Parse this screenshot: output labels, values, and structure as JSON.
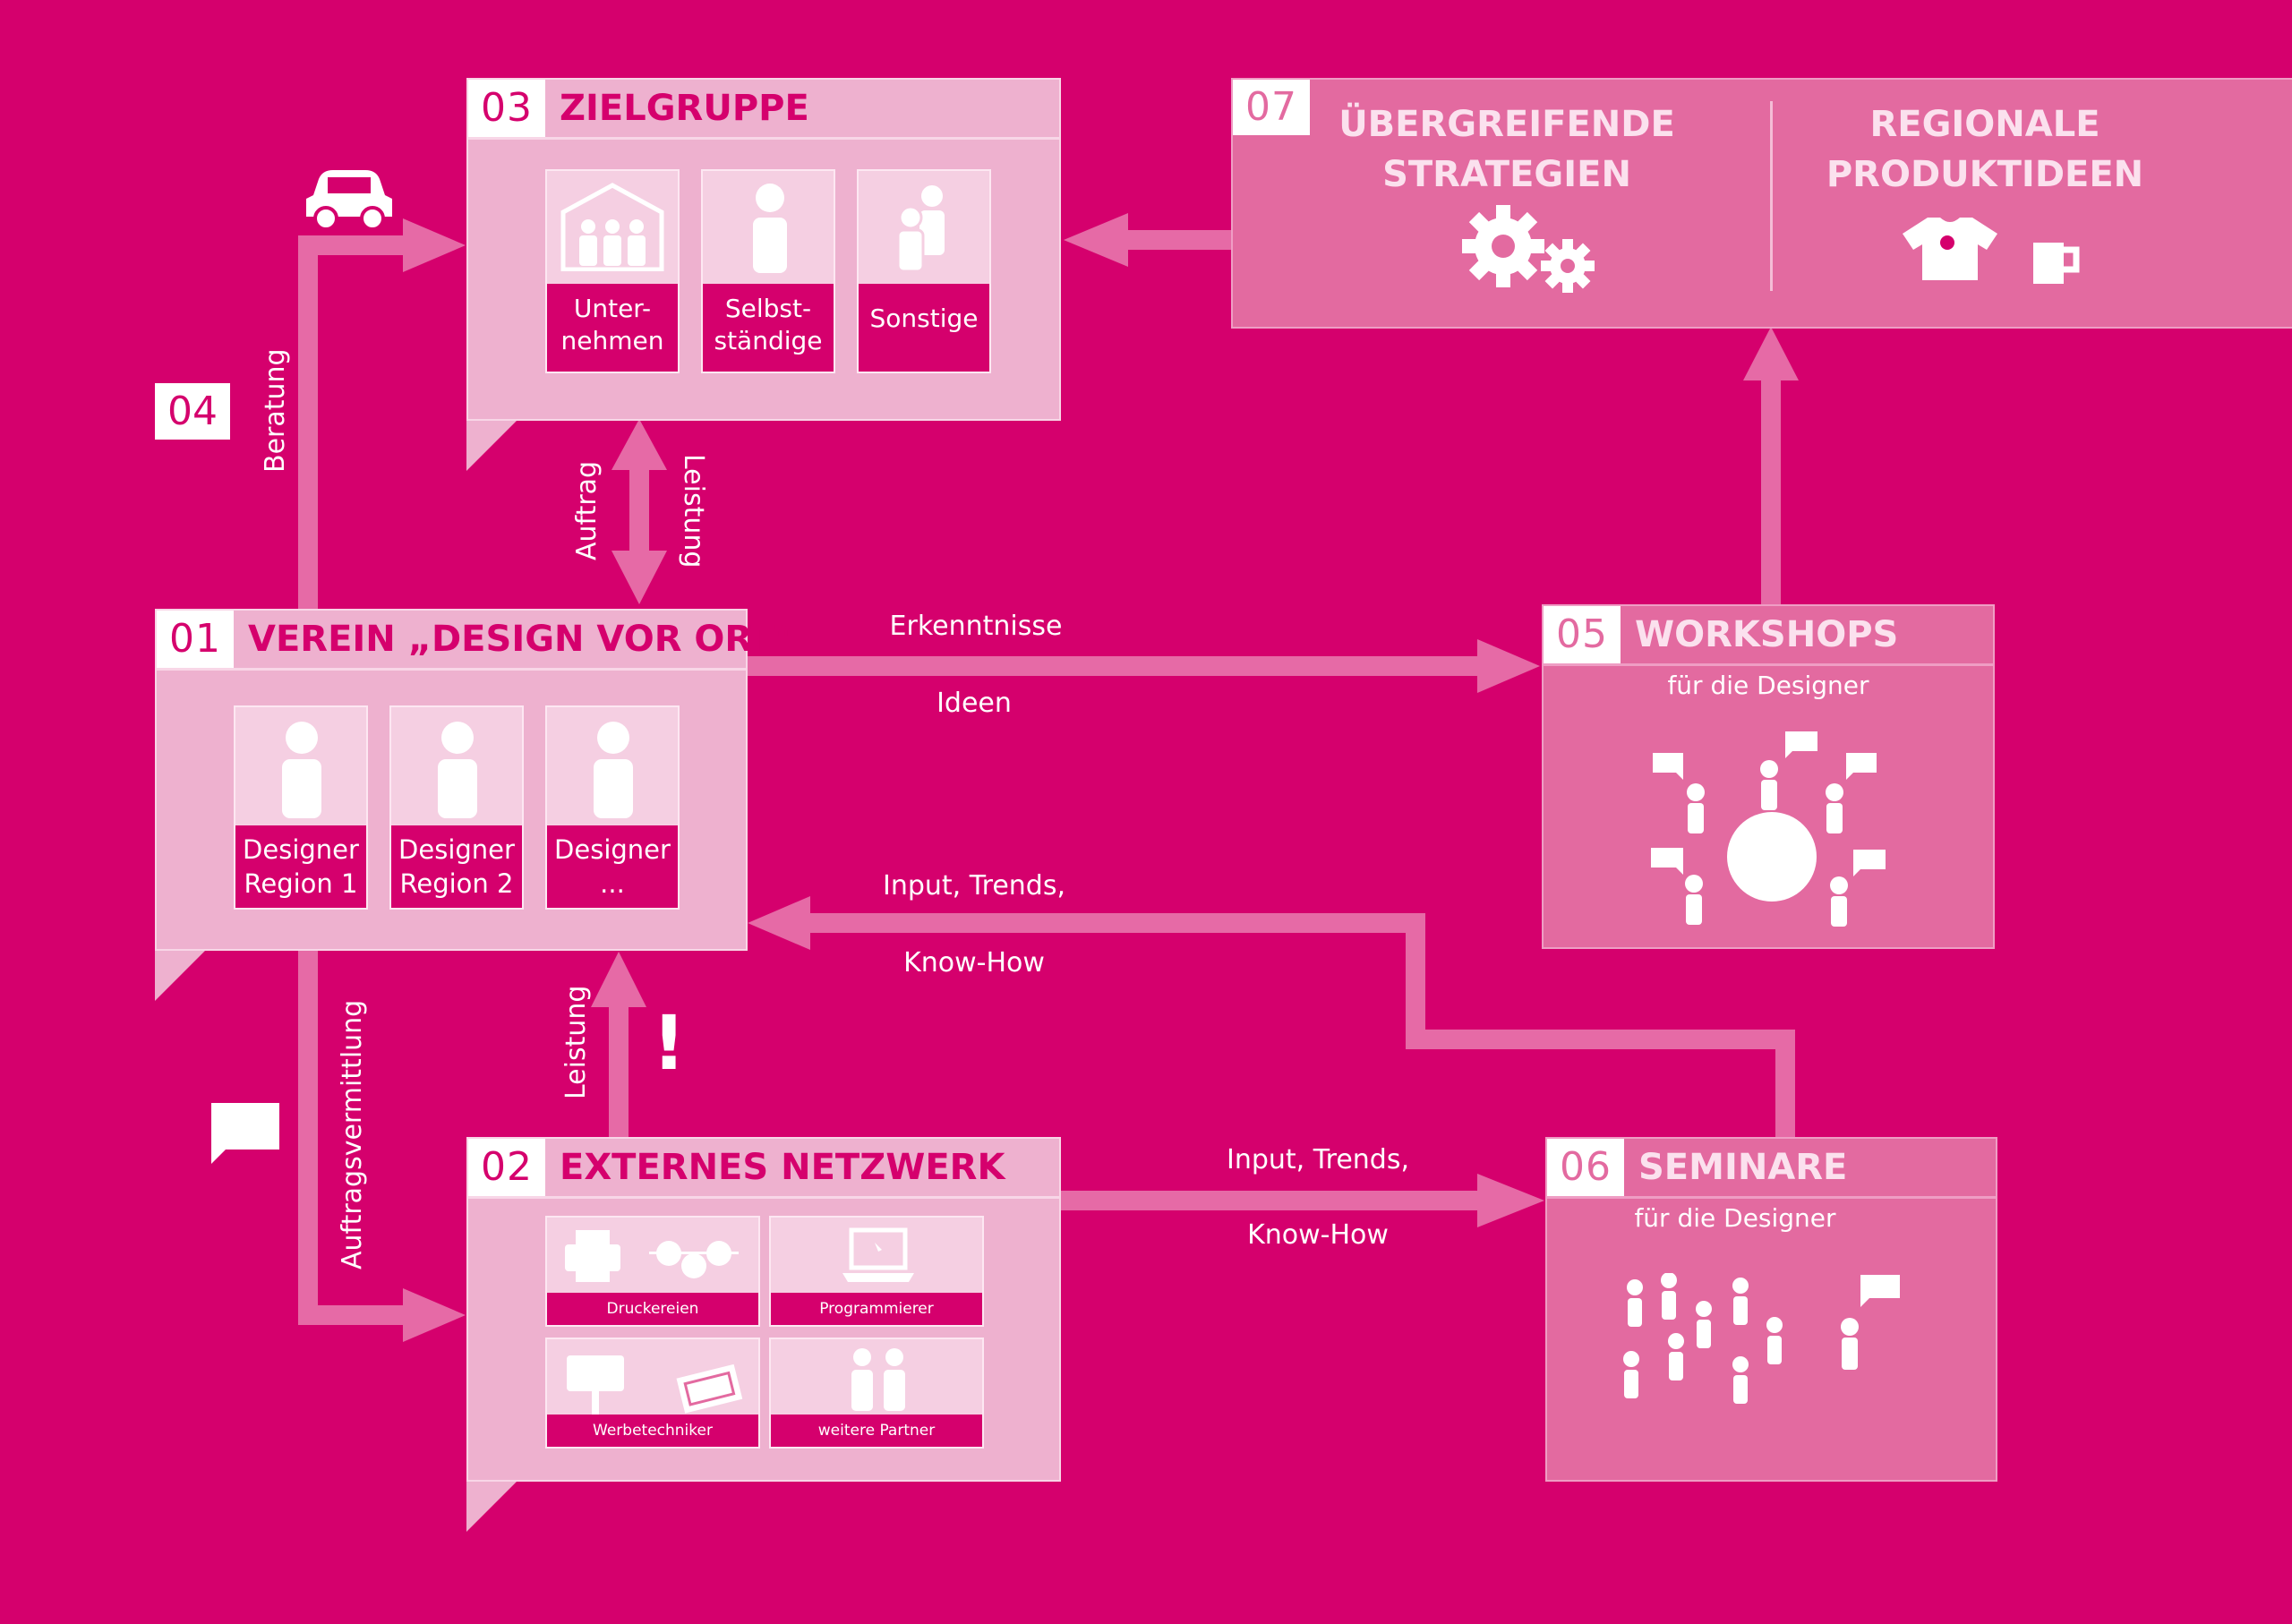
{
  "boxes": {
    "zielgruppe": {
      "num": "03",
      "title": "ZIELGRUPPE",
      "cards": [
        {
          "label": "Unter-\nnehmen",
          "icon": "building-people-icon"
        },
        {
          "label": "Selbst-\nständige",
          "icon": "person-icon"
        },
        {
          "label": "Sonstige",
          "icon": "people-pair-icon"
        }
      ]
    },
    "verein": {
      "num": "01",
      "title": "VEREIN „DESIGN VOR ORT“",
      "cards": [
        {
          "label": "Designer\nRegion 1",
          "icon": "person-icon"
        },
        {
          "label": "Designer\nRegion 2",
          "icon": "person-icon"
        },
        {
          "label": "Designer\n...",
          "icon": "person-icon"
        }
      ]
    },
    "netzwerk": {
      "num": "02",
      "title": "EXTERNES NETZWERK",
      "cards": [
        {
          "label": "Druckereien",
          "icon": "printer-icon"
        },
        {
          "label": "Programmierer",
          "icon": "laptop-icon"
        },
        {
          "label": "Werbetechniker",
          "icon": "signboard-icon"
        },
        {
          "label": "weitere Partner",
          "icon": "people-pair-icon"
        }
      ]
    },
    "strategien": {
      "num": "07",
      "left_title": "ÜBERGREIFENDE\nSTRATEGIEN",
      "right_title": "REGIONALE\nPRODUKTIDEEN"
    },
    "workshops": {
      "num": "05",
      "title": "WORKSHOPS",
      "subtitle": "für die Designer"
    },
    "seminare": {
      "num": "06",
      "title": "SEMINARE",
      "subtitle": "für die Designer"
    }
  },
  "badges": {
    "beratung_num": "04",
    "exclamation": "!"
  },
  "flow_labels": {
    "beratung": "Beratung",
    "auftrag": "Auftrag",
    "leistung_top": "Leistung",
    "erkenntnisse": "Erkenntnisse",
    "ideen": "Ideen",
    "input_trends_1": "Input, Trends,",
    "know_how_1": "Know-How",
    "leistung_bottom": "Leistung",
    "auftragsvermittlung": "Auftragsvermittlung",
    "input_trends_2": "Input, Trends,",
    "know_how_2": "Know-How"
  },
  "colors": {
    "background": "#d5006d",
    "light_box": "#eeb1cf",
    "mid_box": "#e36aa0",
    "arrow": "#e66aa6",
    "card_label": "#d5006d"
  }
}
